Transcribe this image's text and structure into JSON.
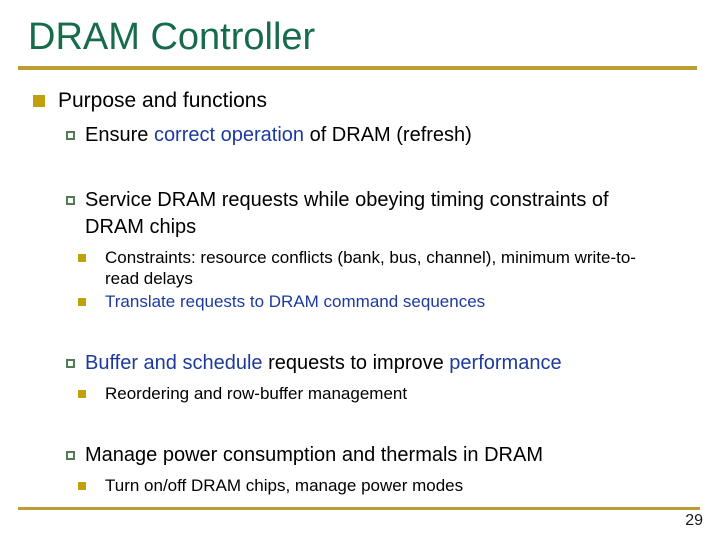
{
  "slide": {
    "title": "DRAM Controller",
    "footer": {
      "page_number": "29"
    },
    "colors": {
      "title_green": "#166B4A",
      "divider_gold": "#BA9D33",
      "bullet_gold": "#C2A00C",
      "bullet_l2_green": "#507D52",
      "emphasis_blue": "#1C3A9E",
      "text_black": "#000000"
    },
    "bullets": [
      {
        "level": 1,
        "runs": [
          {
            "text": "Purpose and functions",
            "color": "black"
          }
        ]
      },
      {
        "level": 2,
        "runs": [
          {
            "text": "Ensure ",
            "color": "black"
          },
          {
            "text": "correct operation",
            "color": "blue"
          },
          {
            "text": " of DRAM (refresh)",
            "color": "black"
          }
        ]
      },
      {
        "level": 2,
        "runs": [
          {
            "text": "Service DRAM requests while obeying timing constraints of DRAM chips",
            "color": "black"
          }
        ]
      },
      {
        "level": 3,
        "runs": [
          {
            "text": "Constraints: resource conflicts (bank, bus, channel), minimum write-to-read delays",
            "color": "black"
          }
        ]
      },
      {
        "level": 3,
        "runs": [
          {
            "text": "Translate requests to DRAM command sequences",
            "color": "blue"
          }
        ]
      },
      {
        "level": 2,
        "runs": [
          {
            "text": "Buffer and schedule",
            "color": "blue"
          },
          {
            "text": " requests to improve ",
            "color": "black"
          },
          {
            "text": "performance",
            "color": "blue"
          }
        ]
      },
      {
        "level": 3,
        "runs": [
          {
            "text": "Reordering and row-buffer management",
            "color": "black"
          }
        ]
      },
      {
        "level": 2,
        "runs": [
          {
            "text": "Manage power consumption and thermals in DRAM",
            "color": "black"
          }
        ]
      },
      {
        "level": 3,
        "runs": [
          {
            "text": "Turn on/off DRAM chips, manage power modes",
            "color": "black"
          }
        ]
      }
    ]
  }
}
